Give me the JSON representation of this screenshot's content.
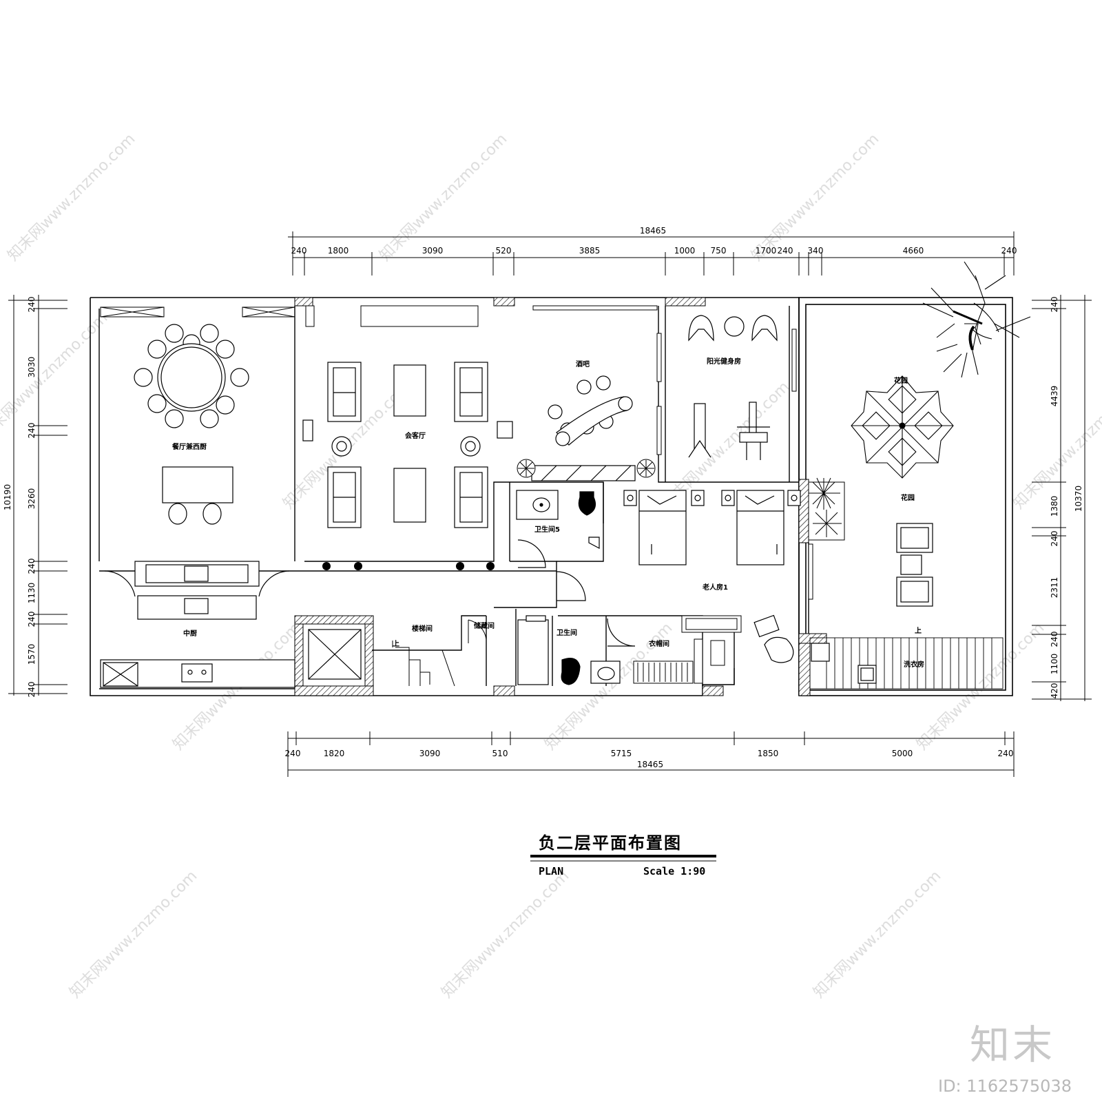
{
  "drawing": {
    "title": "负二层平面布置图",
    "plan_label": "PLAN",
    "scale": "Scale 1:90",
    "brand": "知末",
    "image_id": "ID: 1162575038",
    "watermark": "知末网www.znzmo.com"
  },
  "dims": {
    "top_total": "18465",
    "top": [
      "240",
      "1800",
      "3090",
      "520",
      "3885",
      "1000",
      "750",
      "1700",
      "240",
      "340",
      "4660",
      "240"
    ],
    "bottom_total": "18465",
    "bottom": [
      "240",
      "1820",
      "3090",
      "510",
      "5715",
      "1850",
      "5000",
      "240"
    ],
    "left_total": "10190",
    "left": [
      "240",
      "3030",
      "240",
      "3260",
      "240",
      "1130",
      "240",
      "1570",
      "240"
    ],
    "right_total": "10370",
    "right": [
      "240",
      "4439",
      "1380",
      "240",
      "2311",
      "240",
      "1100",
      "420"
    ]
  },
  "rooms": {
    "dining": "餐厅兼西厨",
    "living": "会客厅",
    "bar": "酒吧",
    "gym": "阳光健身房",
    "garden_top": "花园",
    "garden": "花园",
    "bath5": "卫生间5",
    "elder_room": "老人房1",
    "chinese_kitchen": "中厨",
    "stair_hall": "楼梯间",
    "storage": "储藏间",
    "bath": "卫生间",
    "cloakroom": "衣帽间",
    "laundry": "洗衣房",
    "up_mark": "上"
  }
}
